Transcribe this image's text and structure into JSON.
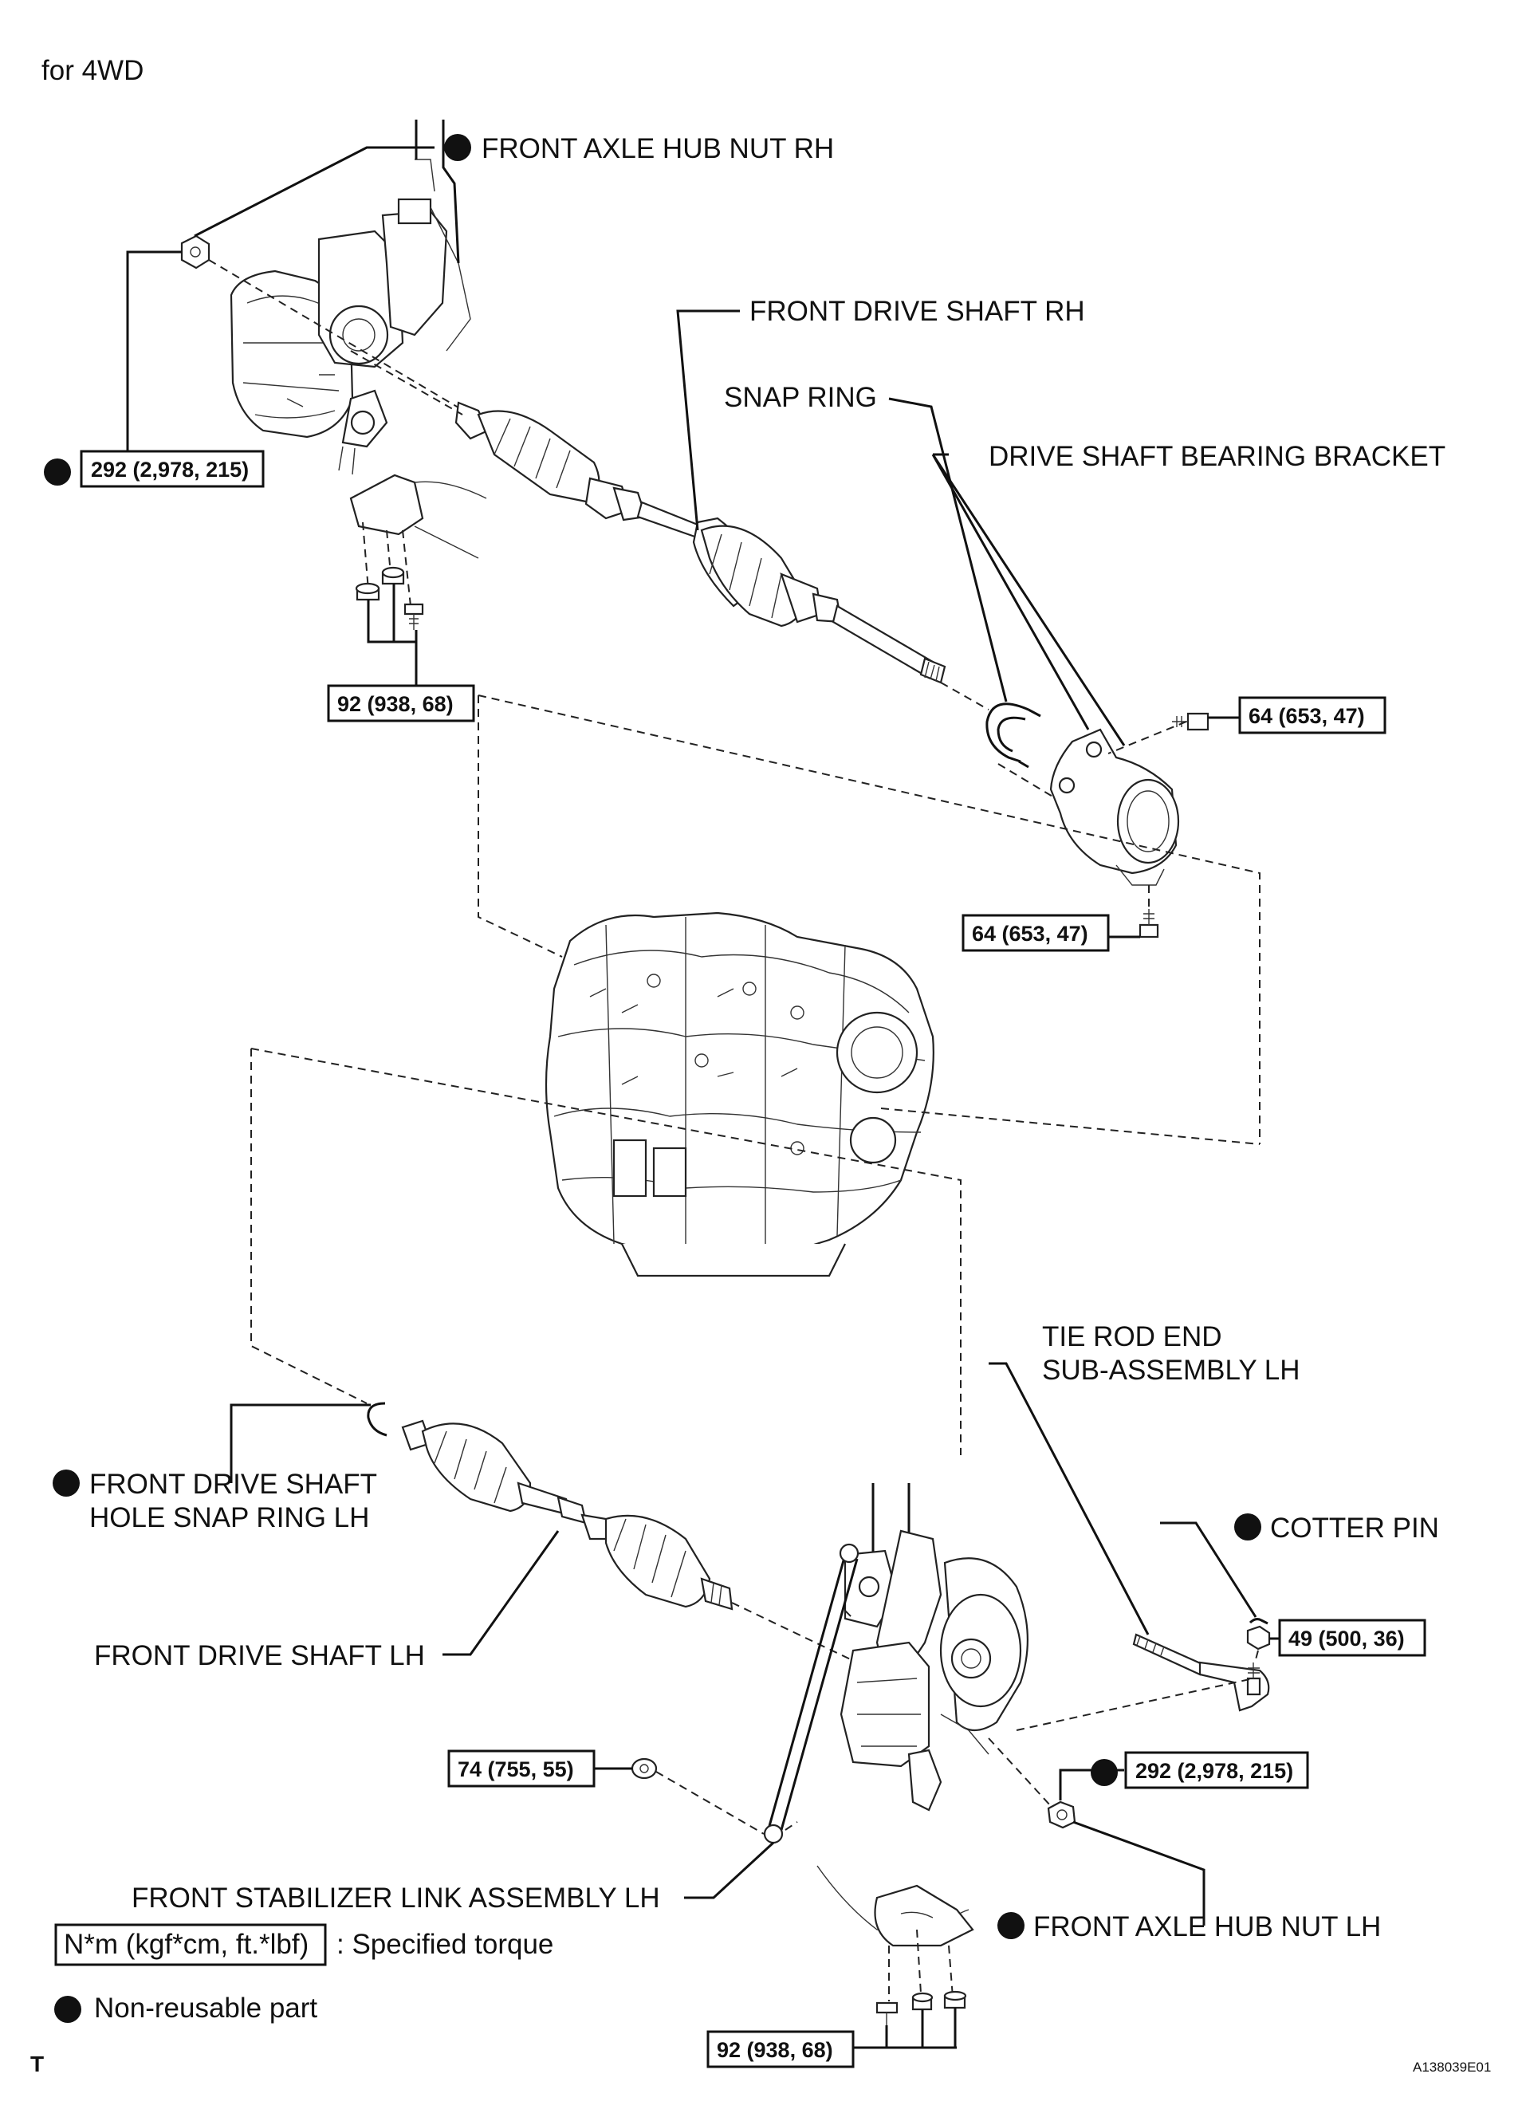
{
  "header": {
    "variant": "for 4WD"
  },
  "labels": {
    "hub_nut_rh": "FRONT AXLE HUB NUT RH",
    "drive_shaft_rh": "FRONT DRIVE SHAFT RH",
    "snap_ring": "SNAP RING",
    "bearing_bracket": "DRIVE SHAFT BEARING BRACKET",
    "tie_rod_line1": "TIE ROD END",
    "tie_rod_line2": "SUB-ASSEMBLY LH",
    "hole_snap_line1": "FRONT DRIVE SHAFT",
    "hole_snap_line2": "HOLE SNAP RING LH",
    "cotter_pin": "COTTER PIN",
    "drive_shaft_lh": "FRONT DRIVE SHAFT LH",
    "stabilizer_link": "FRONT STABILIZER LINK ASSEMBLY LH",
    "hub_nut_lh": "FRONT AXLE HUB NUT LH"
  },
  "torques": {
    "hub_nut_rh": "292 (2,978, 215)",
    "lower_rh": "92 (938, 68)",
    "bracket_bolt_upper": "64 (653, 47)",
    "bracket_bolt_lower": "64 (653, 47)",
    "tie_rod_nut": "49 (500, 36)",
    "stabilizer_nut": "74 (755, 55)",
    "hub_nut_lh": "292 (2,978, 215)",
    "lower_lh": "92 (938, 68)"
  },
  "legend": {
    "unit_box": "N*m (kgf*cm, ft.*lbf)",
    "unit_text": ": Specified torque",
    "nonreusable": "Non-reusable part"
  },
  "footer": {
    "mark": "T",
    "code": "A138039E01"
  }
}
